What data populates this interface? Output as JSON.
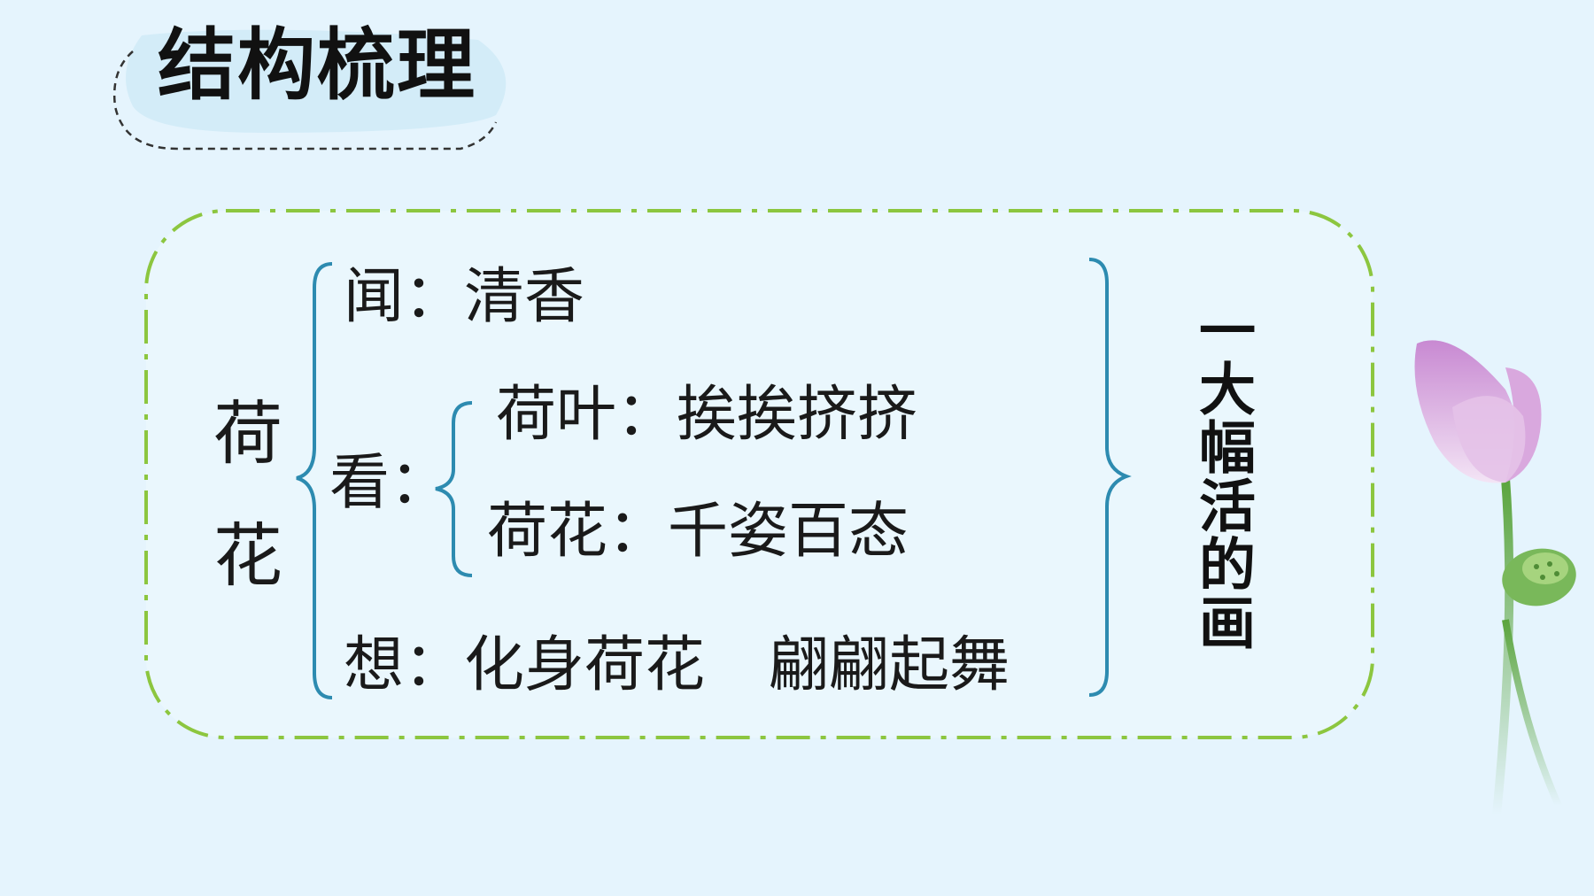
{
  "slide": {
    "title": "结构梳理",
    "root": "荷花",
    "summary": "一大幅活的画"
  },
  "branches": {
    "smell": {
      "label": "闻：",
      "text": "清香"
    },
    "look": {
      "label": "看：",
      "items": [
        {
          "label": "荷叶：",
          "text": "挨挨挤挤"
        },
        {
          "label": "荷花：",
          "text": "千姿百态"
        }
      ]
    },
    "imagine": {
      "label": "想：",
      "text": "化身荷花",
      "text2": "翩翩起舞"
    }
  },
  "colors": {
    "background": "#e5f4fd",
    "frame_dash": "#8cc63f",
    "brace": "#2d8bb0",
    "title_bubble": "#d3ecf8",
    "flower_petal": "#c98fd1",
    "stem": "#6bb04a"
  }
}
